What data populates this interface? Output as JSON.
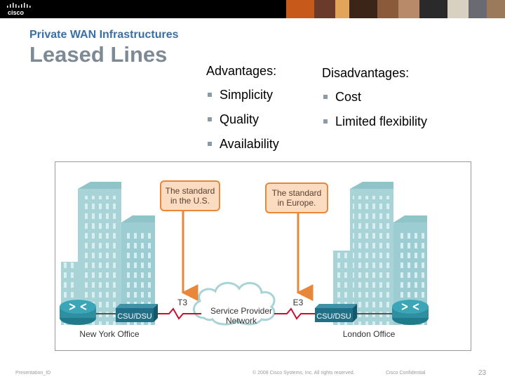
{
  "header": {
    "logo_text": "cisco",
    "subtitle": "Private WAN Infrastructures",
    "title": "Leased Lines"
  },
  "advantages": {
    "heading": "Advantages:",
    "items": [
      "Simplicity",
      "Quality",
      "Availability"
    ]
  },
  "disadvantages": {
    "heading": "Disadvantages:",
    "items": [
      "Cost",
      "Limited flexibility"
    ]
  },
  "diagram": {
    "callout_left": [
      "The standard",
      "in the U.S."
    ],
    "callout_right": [
      "The standard",
      "in Europe."
    ],
    "link_left": "T3",
    "link_right": "E3",
    "csu_left": "CSU/DSU",
    "csu_right": "CSU/DSU",
    "cloud": [
      "Service Provider",
      "Network"
    ],
    "office_left": "New York Office",
    "office_right": "London Office"
  },
  "footer": {
    "presentation_id": "Presentation_ID",
    "copyright": "© 2008 Cisco Systems, Inc. All rights reserved.",
    "confidential": "Cisco Confidential",
    "page_number": "23"
  },
  "colors": {
    "subtitle": "#3a6fa6",
    "title": "#7c8a96",
    "callout_fill": "#fbdcc0",
    "callout_border": "#e8873a",
    "arrow": "#e8873a",
    "building": "#a8d4d8",
    "router": "#2e8fa0",
    "csu": "#1f6f86",
    "serial_link": "#c8102e"
  }
}
